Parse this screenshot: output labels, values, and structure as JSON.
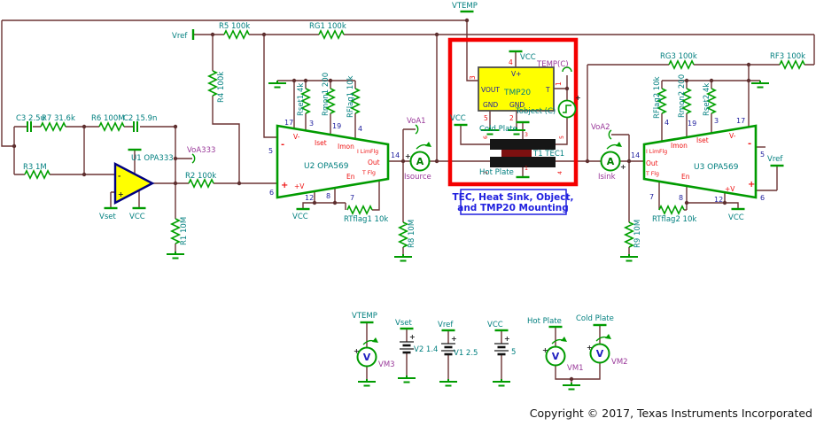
{
  "labels": {
    "vtemp": "VTEMP",
    "vref": "Vref",
    "vset": "Vset",
    "vcc": "VCC",
    "c3": "C3 2.5u",
    "r7": "R7 31.6k",
    "r6": "R6 100M",
    "c2": "C2 15.9n",
    "r3": "R3 1M",
    "u1": "U1 OPA333",
    "voa333": "VoA333",
    "r2": "R2 100k",
    "r1": "R1 10M",
    "r5": "R5 100k",
    "rg1": "RG1 100k",
    "r4": "R4 100k",
    "rset1": "Rset1 4k",
    "rmon1": "Rmon1 200",
    "rflag1": "RFlag1 10k",
    "u2": "U2 OPA569",
    "rtflag1": "RTflag1 10k",
    "r8": "R8 10M",
    "voa1": "VoA1",
    "isource": "Isource",
    "p1": "1",
    "p2": "2",
    "p3": "3",
    "p4": "4",
    "p5": "5",
    "p6": "6",
    "p7": "7",
    "p8": "8",
    "p12": "12",
    "p14": "14",
    "p17": "17",
    "p19": "19",
    "vminus": "V-",
    "iset": "Iset",
    "imon": "Imon",
    "ilim": "I LimFlg",
    "out": "Out",
    "en": "En",
    "tflg": "T Flg",
    "pv": "+V",
    "minus": "-",
    "plus": "+",
    "tmp20": "TMP20",
    "vp": "V+",
    "vout": "VOUT",
    "tpin": "T",
    "gnd": "GND",
    "tempc": "TEMP(C)",
    "tobj": "Tobject (C)",
    "cold": "Cold Plate",
    "hot": "Hot Plate",
    "tec": "T1 TEC1",
    "note1": "TEC, Heat Sink, Object,",
    "note2": "and TMP20 Mounting",
    "rg3": "RG3 100k",
    "rf3": "RF3 100k",
    "rflag2": "RFlag2 10k",
    "rmon2": "Rmon2 200",
    "rset2": "Rset2 4k",
    "u3": "U3 OPA569",
    "rtflag2": "RTflag2 10k",
    "r9": "R9 10M",
    "voa2": "VoA2",
    "isink": "Isink",
    "vm1": "VM1",
    "vm2": "VM2",
    "vm3": "VM3",
    "v2": "V2 1.4",
    "v1": "V1 2.5",
    "v5": "5",
    "ammeter": "A",
    "voltmeter": "V",
    "copyright": "Copyright © 2017, Texas Instruments Incorporated"
  },
  "colors": {
    "wire": "#6b3434",
    "component_green": "#009b00",
    "label_teal": "#007f7f",
    "pin_blue": "#20209f",
    "pin_red": "#ee1111",
    "net_purple": "#993899",
    "highlight_box_red": "#f40000",
    "note_blue": "#2121df",
    "opamp_fill_yellow": "#ffff00"
  }
}
